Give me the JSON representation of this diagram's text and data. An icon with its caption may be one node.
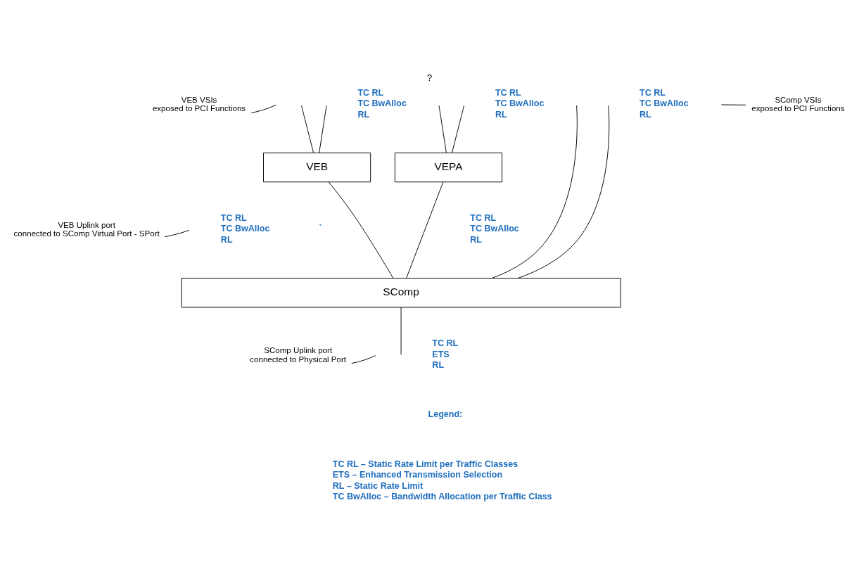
{
  "diagram": {
    "title": "?",
    "nodes": [
      {
        "text": [
          "VEB"
        ]
      },
      {
        "text": [
          "VEPA"
        ]
      },
      {
        "text": [
          "SComp"
        ]
      },
      {
        "text": [
          "VEB VSIs exposed to PCI Functions"
        ]
      },
      {
        "text": [
          "SComp VSIs exposed to PCI Functions"
        ]
      },
      {
        "text": [
          "VEB Uplink port connected to SComp Virtual Port - SPort"
        ]
      },
      {
        "text": [
          "SComp Uplink port connected to Physical Port"
        ]
      }
    ],
    "edges": [
      {
        "from": null,
        "to": 0,
        "arrow": "none"
      },
      {
        "from": null,
        "to": 0,
        "arrow": "none"
      },
      {
        "from": null,
        "to": 1,
        "arrow": "none"
      },
      {
        "from": null,
        "to": 1,
        "arrow": "none"
      },
      {
        "from": null,
        "to": 2,
        "arrow": "none"
      },
      {
        "from": null,
        "to": 2,
        "arrow": "none"
      },
      {
        "from": 0,
        "to": 2,
        "arrow": "none"
      },
      {
        "from": 1,
        "to": 2,
        "arrow": "none"
      },
      {
        "from": 2,
        "to": null,
        "arrow": "none"
      },
      {
        "from": 3,
        "to": null,
        "arrow": "none"
      },
      {
        "from": 4,
        "to": null,
        "arrow": "none"
      },
      {
        "from": 5,
        "to": null,
        "arrow": "none"
      },
      {
        "from": 6,
        "to": null,
        "arrow": "none"
      }
    ],
    "labels": [
      "TC RL",
      "TC BwAlloc",
      "RL",
      "TC RL",
      "TC BwAlloc",
      "RL",
      "TC RL",
      "TC BwAlloc",
      "RL",
      "TC RL",
      "TC BwAlloc",
      "RL",
      "TC RL",
      "TC BwAlloc",
      "RL",
      "`",
      "TC RL",
      "ETS",
      "RL",
      "Legend:",
      "TC RL – Static Rate Limit per Traffic Classes",
      "ETS – Enhanced Transmission Selection",
      "RL – Static Rate Limit",
      "TC BwAlloc – Bandwidth Allocation per Traffic Class"
    ]
  }
}
